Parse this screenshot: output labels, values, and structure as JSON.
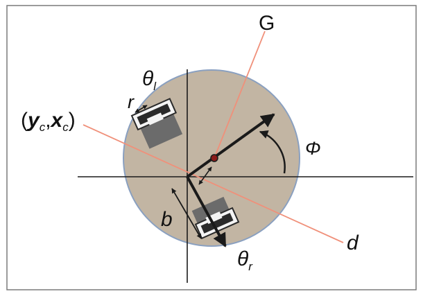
{
  "labels": {
    "goal": "G",
    "theta_l_symbol": "θ",
    "theta_l_sub": "l",
    "r": "r",
    "center_open": "(",
    "center_y": "y",
    "center_y_sub": "c",
    "center_comma": ",",
    "center_x": "x",
    "center_x_sub": "c",
    "center_close": ")",
    "phi": "Φ",
    "b": "b",
    "d": "d",
    "theta_r_symbol": "θ",
    "theta_r_sub": "r"
  },
  "colors": {
    "frame_border": "#7a7a7a",
    "body_fill": "#c2b5a3",
    "body_outline": "#8aa0c0",
    "axes": "#1a1a1a",
    "guide_line": "#f0907a",
    "wheel_dark": "#2a2a2a",
    "wheel_gray": "#6b6b6b",
    "wheel_light": "#f4f4f4",
    "center_dot": "#8b1a1a"
  }
}
